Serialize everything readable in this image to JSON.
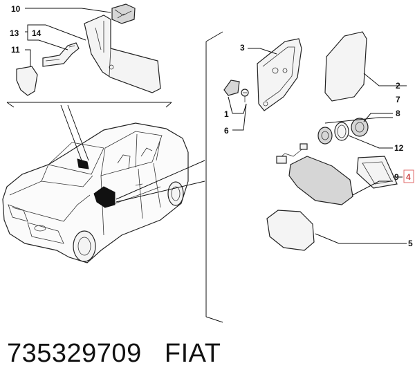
{
  "callouts": {
    "c1": "1",
    "c2": "2",
    "c3": "3",
    "c4": "4",
    "c5": "5",
    "c6": "6",
    "c7": "7",
    "c8": "8",
    "c9": "9",
    "c10": "10",
    "c11": "11",
    "c12": "12",
    "c13": "13",
    "c14": "14"
  },
  "caption": {
    "part_number": "735329709",
    "brand": "FIAT"
  },
  "colors": {
    "highlight_box": "#e06a6a",
    "line": "#111111"
  }
}
